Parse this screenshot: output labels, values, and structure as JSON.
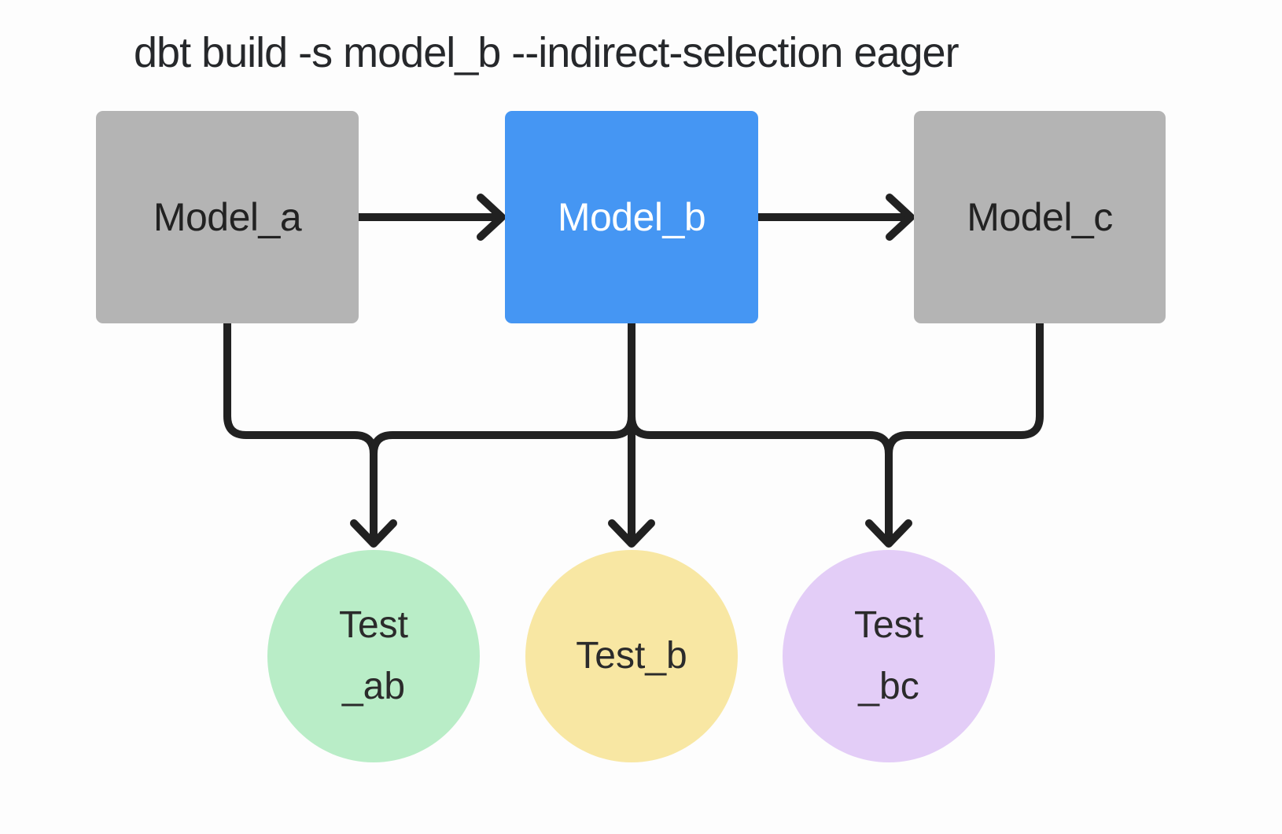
{
  "title": "dbt build -s model_b --indirect-selection eager",
  "models": [
    {
      "id": "model_a",
      "label": "Model_a",
      "state": "default"
    },
    {
      "id": "model_b",
      "label": "Model_b",
      "state": "selected"
    },
    {
      "id": "model_c",
      "label": "Model_c",
      "state": "default"
    }
  ],
  "tests": [
    {
      "id": "test_ab",
      "lines": [
        "Test",
        "_ab"
      ],
      "fill": "#b9edc7"
    },
    {
      "id": "test_b",
      "lines": [
        "Test_b"
      ],
      "fill": "#f8e7a3"
    },
    {
      "id": "test_bc",
      "lines": [
        "Test",
        "_bc"
      ],
      "fill": "#e3cdf7"
    }
  ],
  "edges": [
    {
      "from": "model_a",
      "to": "model_b"
    },
    {
      "from": "model_b",
      "to": "model_c"
    },
    {
      "from": "model_a",
      "to": "test_ab"
    },
    {
      "from": "model_b",
      "to": "test_ab"
    },
    {
      "from": "model_b",
      "to": "test_b"
    },
    {
      "from": "model_b",
      "to": "test_bc"
    },
    {
      "from": "model_c",
      "to": "test_bc"
    }
  ],
  "colors": {
    "canvas-bg": "#fdfdfd",
    "model-default-fill": "#b4b4b4",
    "model-selected-fill": "#4596f3",
    "model-default-text": "#222222",
    "model-selected-text": "#ffffff",
    "edge-stroke": "#212121",
    "test-ab-fill": "#b9edc7",
    "test-b-fill": "#f8e7a3",
    "test-bc-fill": "#e3cdf7",
    "test-text": "#2b2b2b",
    "title-text": "#26282b"
  }
}
